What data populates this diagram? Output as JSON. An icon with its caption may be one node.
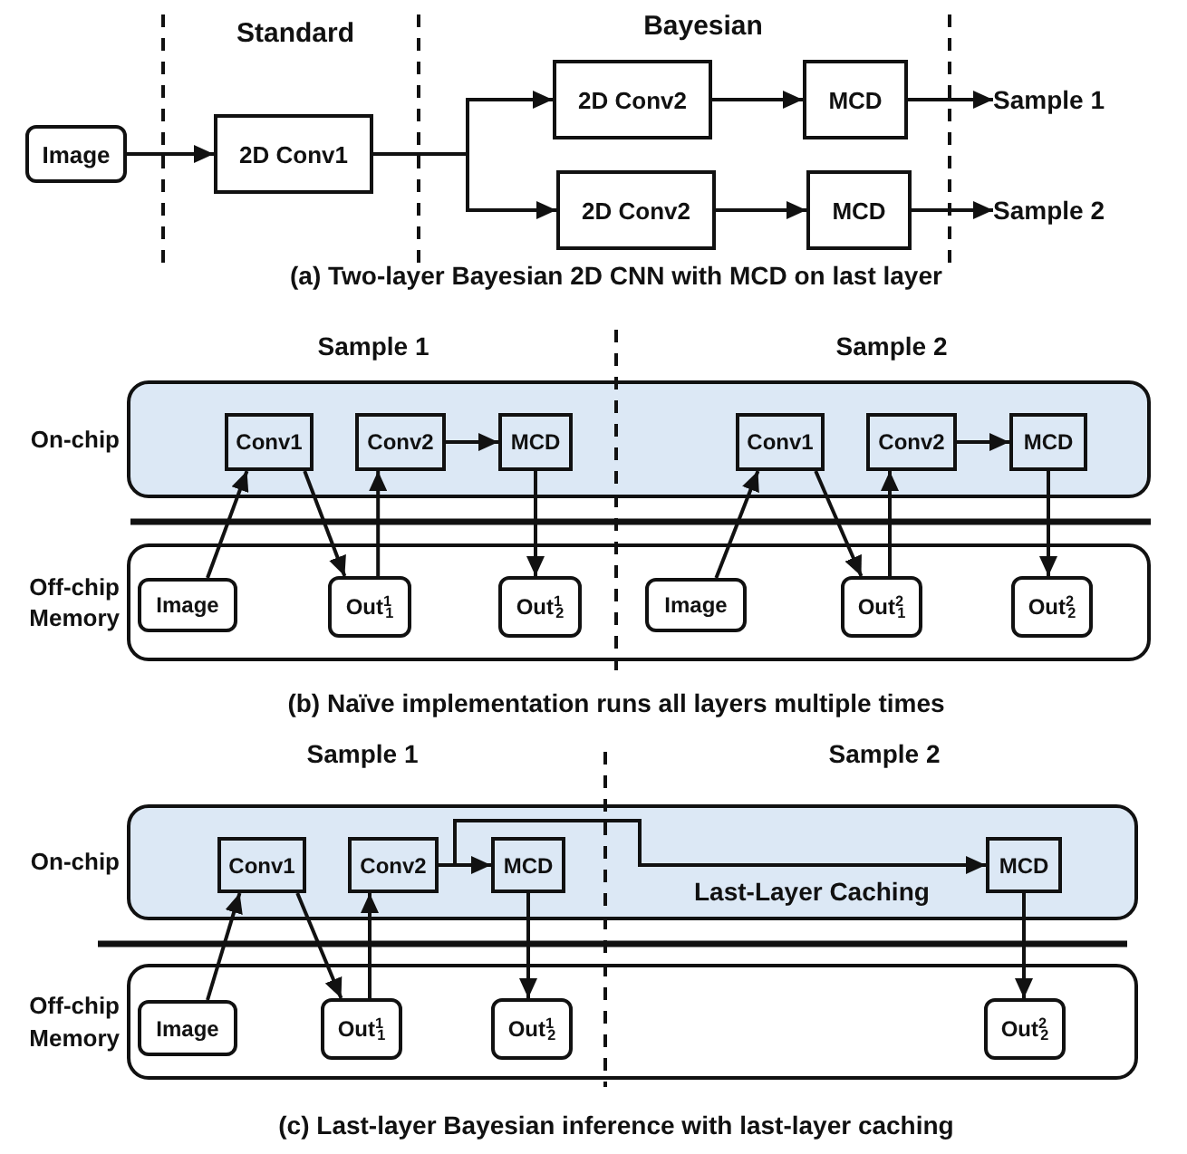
{
  "diagram": {
    "nodes": [
      {
        "text": [
          "Image"
        ]
      },
      {
        "text": [
          "2D Conv1"
        ]
      },
      {
        "text": [
          "2D Conv2"
        ]
      },
      {
        "text": [
          "MCD"
        ]
      },
      {
        "text": [
          "Sample 1"
        ]
      },
      {
        "text": [
          "2D Conv2"
        ]
      },
      {
        "text": [
          "MCD"
        ]
      },
      {
        "text": [
          "Sample 2"
        ]
      },
      {
        "text": [
          "On-chip"
        ]
      },
      {
        "text": [
          "Conv1"
        ],
        "in": 8
      },
      {
        "text": [
          "Conv2"
        ],
        "in": 8
      },
      {
        "text": [
          "MCD"
        ],
        "in": 8
      },
      {
        "text": [
          "Conv1"
        ],
        "in": 8
      },
      {
        "text": [
          "Conv2"
        ],
        "in": 8
      },
      {
        "text": [
          "MCD"
        ],
        "in": 8
      },
      {
        "text": [
          "Off-chip Memory"
        ]
      },
      {
        "text": [
          "Image"
        ],
        "in": 15
      },
      {
        "text": [
          "Out$^{1}$$_{1}$"
        ],
        "in": 15
      },
      {
        "text": [
          "Out$^{1}$$_{2}$"
        ],
        "in": 15
      },
      {
        "text": [
          "Image"
        ],
        "in": 15
      },
      {
        "text": [
          "Out$^{2}$$_{1}$"
        ],
        "in": 15
      },
      {
        "text": [
          "Out$^{2}$$_{2}$"
        ],
        "in": 15
      },
      {
        "text": [
          "On-chip"
        ]
      },
      {
        "text": [
          "Conv1"
        ],
        "in": 22
      },
      {
        "text": [
          "Conv2"
        ],
        "in": 22
      },
      {
        "text": [
          "MCD"
        ],
        "in": 22
      },
      {
        "text": [
          "MCD"
        ],
        "in": 22
      },
      {
        "text": [
          "Off-chip Memory"
        ]
      },
      {
        "text": [
          "Image"
        ],
        "in": 27
      },
      {
        "text": [
          "Out$^{1}$$_{1}$"
        ],
        "in": 27
      },
      {
        "text": [
          "Out$^{1}$$_{2}$"
        ],
        "in": 27
      },
      {
        "text": [
          "Out$^{2}$$_{2}$"
        ],
        "in": 27
      }
    ],
    "edges": [
      {
        "from": 0,
        "to": 1,
        "arrow": "to"
      },
      {
        "from": 1,
        "to": 2,
        "arrow": "to"
      },
      {
        "from": 1,
        "to": 5,
        "arrow": "to"
      },
      {
        "from": 2,
        "to": 3,
        "arrow": "to"
      },
      {
        "from": 3,
        "to": 4,
        "arrow": "to"
      },
      {
        "from": 5,
        "to": 6,
        "arrow": "to"
      },
      {
        "from": 6,
        "to": 7,
        "arrow": "to"
      },
      {
        "from": 16,
        "to": 9,
        "arrow": "to"
      },
      {
        "from": 9,
        "to": 17,
        "arrow": "to"
      },
      {
        "from": 17,
        "to": 10,
        "arrow": "to"
      },
      {
        "from": 10,
        "to": 11,
        "arrow": "to"
      },
      {
        "from": 11,
        "to": 18,
        "arrow": "to"
      },
      {
        "from": 19,
        "to": 12,
        "arrow": "to"
      },
      {
        "from": 12,
        "to": 20,
        "arrow": "to"
      },
      {
        "from": 20,
        "to": 13,
        "arrow": "to"
      },
      {
        "from": 13,
        "to": 14,
        "arrow": "to"
      },
      {
        "from": 14,
        "to": 21,
        "arrow": "to"
      },
      {
        "from": 28,
        "to": 23,
        "arrow": "to"
      },
      {
        "from": 23,
        "to": 29,
        "arrow": "to"
      },
      {
        "from": 29,
        "to": 24,
        "arrow": "to"
      },
      {
        "from": 24,
        "to": 25,
        "arrow": "to"
      },
      {
        "from": 24,
        "to": 26,
        "arrow": "to",
        "label": "Last-Layer Caching"
      },
      {
        "from": 25,
        "to": 30,
        "arrow": "to"
      },
      {
        "from": 26,
        "to": 31,
        "arrow": "to"
      }
    ],
    "labels": [
      "Standard",
      "Bayesian",
      "(a) Two-layer Bayesian 2D CNN with MCD on last layer",
      "Sample 1",
      "Sample 2",
      "(b) Naïve implementation runs all layers multiple times",
      "Sample 1",
      "Sample 2",
      "(c) Last-layer Bayesian inference with last-layer caching"
    ]
  }
}
